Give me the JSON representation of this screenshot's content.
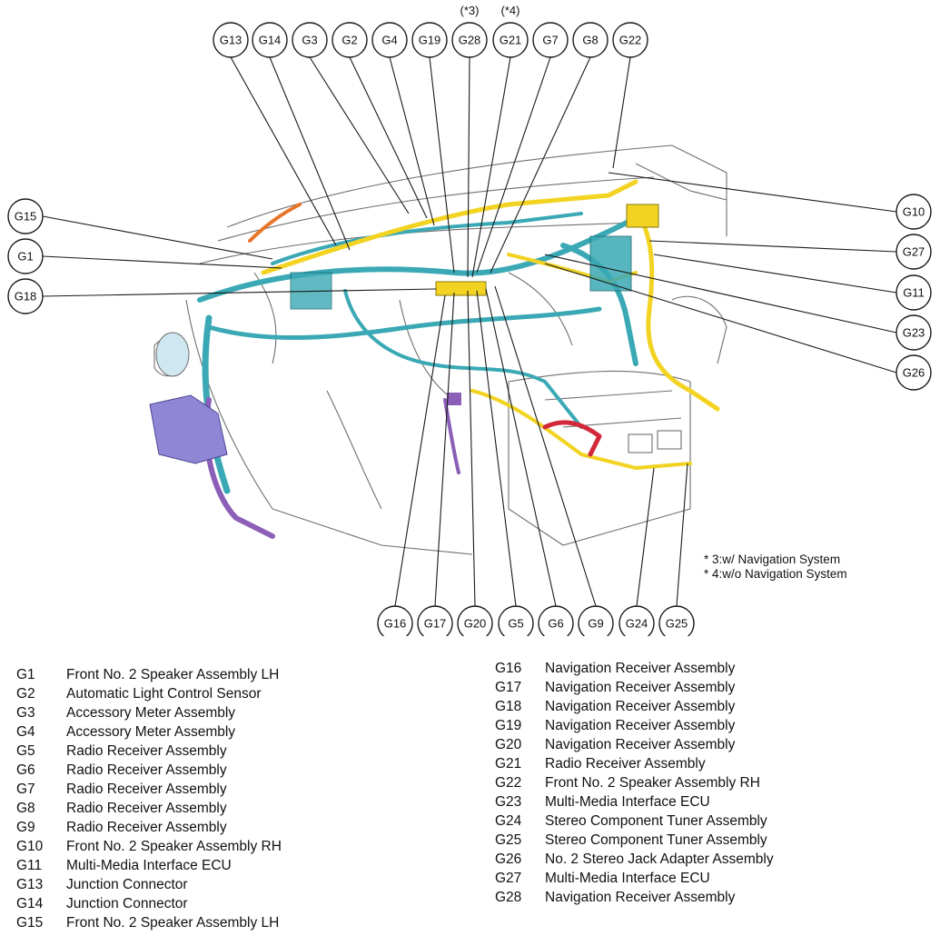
{
  "callouts_top": [
    "G13",
    "G14",
    "G3",
    "G2",
    "G4",
    "G19",
    "G28",
    "G21",
    "G7",
    "G8",
    "G22"
  ],
  "star_notes_top": {
    "g28": "(*3)",
    "g21": "(*4)"
  },
  "callouts_left": [
    "G15",
    "G1",
    "G18"
  ],
  "callouts_right": [
    "G10",
    "G27",
    "G11",
    "G23",
    "G26"
  ],
  "callouts_bottom": [
    "G16",
    "G17",
    "G20",
    "G5",
    "G6",
    "G9",
    "G24",
    "G25"
  ],
  "notes": [
    "* 3:w/ Navigation System",
    "* 4:w/o Navigation System"
  ],
  "legend_left": [
    {
      "code": "G1",
      "desc": "Front No. 2 Speaker Assembly LH"
    },
    {
      "code": "G2",
      "desc": "Automatic Light Control Sensor"
    },
    {
      "code": "G3",
      "desc": "Accessory Meter Assembly"
    },
    {
      "code": "G4",
      "desc": "Accessory Meter Assembly"
    },
    {
      "code": "G5",
      "desc": "Radio Receiver Assembly"
    },
    {
      "code": "G6",
      "desc": "Radio Receiver Assembly"
    },
    {
      "code": "G7",
      "desc": "Radio Receiver Assembly"
    },
    {
      "code": "G8",
      "desc": "Radio Receiver Assembly"
    },
    {
      "code": "G9",
      "desc": "Radio Receiver Assembly"
    },
    {
      "code": "G10",
      "desc": "Front No. 2 Speaker Assembly RH"
    },
    {
      "code": "G11",
      "desc": "Multi-Media Interface ECU"
    },
    {
      "code": "G13",
      "desc": "Junction Connector"
    },
    {
      "code": "G14",
      "desc": "Junction Connector"
    },
    {
      "code": "G15",
      "desc": "Front No. 2 Speaker Assembly LH"
    }
  ],
  "legend_right": [
    {
      "code": "G16",
      "desc": "Navigation Receiver Assembly"
    },
    {
      "code": "G17",
      "desc": "Navigation Receiver Assembly"
    },
    {
      "code": "G18",
      "desc": "Navigation Receiver Assembly"
    },
    {
      "code": "G19",
      "desc": "Navigation Receiver Assembly"
    },
    {
      "code": "G20",
      "desc": "Navigation Receiver Assembly"
    },
    {
      "code": "G21",
      "desc": "Radio Receiver Assembly"
    },
    {
      "code": "G22",
      "desc": "Front No. 2 Speaker Assembly RH"
    },
    {
      "code": "G23",
      "desc": "Multi-Media Interface ECU"
    },
    {
      "code": "G24",
      "desc": "Stereo Component Tuner Assembly"
    },
    {
      "code": "G25",
      "desc": "Stereo Component Tuner Assembly"
    },
    {
      "code": "G26",
      "desc": "No. 2 Stereo Jack Adapter Assembly"
    },
    {
      "code": "G27",
      "desc": "Multi-Media Interface ECU"
    },
    {
      "code": "G28",
      "desc": "Navigation Receiver Assembly"
    }
  ],
  "colors": {
    "harness_teal": "#3aa9b5",
    "harness_yellow": "#f2d321",
    "harness_purple": "#8b5fb8",
    "harness_red": "#d2283a",
    "harness_orange": "#e8762a",
    "outline": "#6f6f6f"
  }
}
